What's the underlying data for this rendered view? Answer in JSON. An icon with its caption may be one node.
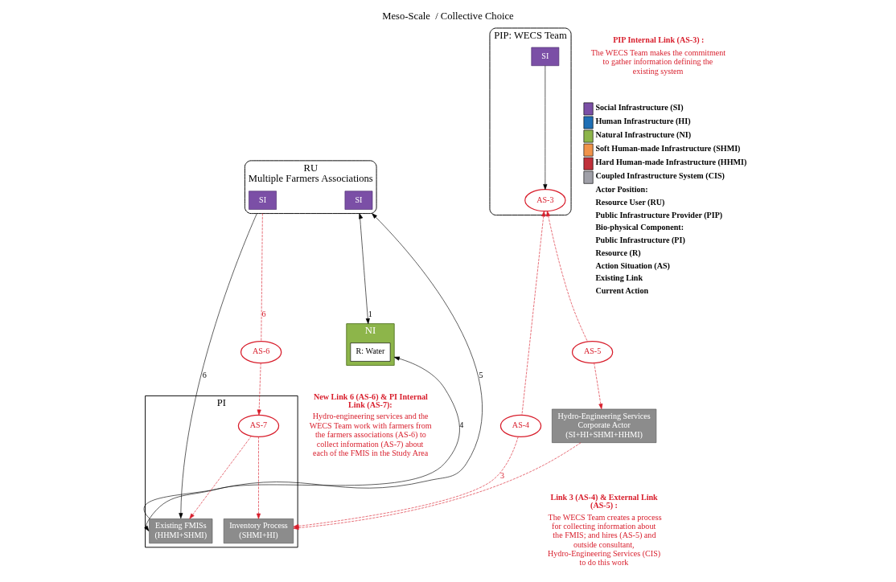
{
  "diagram": {
    "title": "Meso-Scale  / Collective Choice",
    "nodes": [
      {
        "text": [
          "RU",
          "Multiple Farmers Associations"
        ]
      },
      {
        "text": [
          "SI"
        ],
        "in": 0
      },
      {
        "text": [
          "SI"
        ],
        "in": 0
      },
      {
        "text": [
          "NI"
        ]
      },
      {
        "text": [
          "R: Water"
        ],
        "in": 3
      },
      {
        "text": [
          "PI"
        ]
      },
      {
        "text": [
          "Existing FMISs",
          "(HHMI+SHMI)"
        ],
        "in": 5
      },
      {
        "text": [
          "AS-7"
        ],
        "in": 5
      },
      {
        "text": [
          "Inventory Process",
          "(SHMI+HI)"
        ],
        "in": 5
      },
      {
        "text": [
          "AS-6"
        ]
      },
      {
        "text": [
          "PIP: WECS Team"
        ]
      },
      {
        "text": [
          "AS-3"
        ],
        "in": 10
      },
      {
        "text": [
          "SI"
        ],
        "in": 10
      },
      {
        "text": [
          "AS-4"
        ]
      },
      {
        "text": [
          "AS-5"
        ]
      },
      {
        "text": [
          "Hydro-Engineering Services",
          "Corporate Actor",
          "(SI+HI+SHMI+HHMI)"
        ]
      }
    ],
    "edges": [
      {
        "from": 0,
        "to": 3,
        "arrow": "both",
        "label": "1",
        "color": "#000000"
      },
      {
        "from": 6,
        "to": 0,
        "arrow": "to",
        "label": "5",
        "color": "#000000"
      },
      {
        "from": 0,
        "to": 6,
        "arrow": "to",
        "label": "6",
        "color": "#000000"
      },
      {
        "from": 3,
        "to": 6,
        "arrow": "both",
        "label": "4",
        "color": "#000000"
      },
      {
        "from": 0,
        "to": 9,
        "arrow": "none",
        "label": "6",
        "style": "dashed",
        "color": "#d81e2c"
      },
      {
        "from": 9,
        "to": 7,
        "arrow": "to",
        "style": "dashed",
        "color": "#d81e2c"
      },
      {
        "from": 7,
        "to": 6,
        "arrow": "to",
        "style": "dashed",
        "color": "#d81e2c"
      },
      {
        "from": 7,
        "to": 8,
        "arrow": "to",
        "style": "dashed",
        "color": "#d81e2c"
      },
      {
        "from": 12,
        "to": 11,
        "arrow": "to",
        "color": "#000000"
      },
      {
        "from": 13,
        "to": 11,
        "arrow": "to",
        "style": "dashed",
        "color": "#d81e2c"
      },
      {
        "from": 14,
        "to": 11,
        "arrow": "to",
        "style": "dashed",
        "color": "#d81e2c"
      },
      {
        "from": 14,
        "to": 15,
        "arrow": "to",
        "style": "dashed",
        "color": "#d81e2c"
      },
      {
        "from": 13,
        "to": 8,
        "arrow": "to",
        "label": "3",
        "style": "dashed",
        "color": "#d81e2c"
      },
      {
        "from": 15,
        "to": 8,
        "arrow": "to",
        "style": "dashed",
        "color": "#d81e2c"
      }
    ],
    "labels": [
      "PIP Internal Link (AS-3) :",
      "The WECS Team makes the commitment to gather information defining the existing system",
      "New Link 6 (AS-6) & PI Internal Link (AS-7):",
      "Hydro-engineering services and the WECS Team work with farmers from the farmers associations (AS-6) to collect information (AS-7) about each of the FMIS in the Study Area",
      "Link 3 (AS-4) & External Link (AS-5) :",
      "The WECS Team creates a process for collecting information about the FMIS; and hires (AS-5) and outside consultant, Hydro-Engineering Services (CIS) to do this work"
    ],
    "legend": [
      {
        "text": "Social Infrastructure (SI)",
        "color": "#7b4fa6"
      },
      {
        "text": "Human Infrastructure (HI)",
        "color": "#1f6fb5"
      },
      {
        "text": "Natural Infrastructure (NI)",
        "color": "#8db54a"
      },
      {
        "text": "Soft Human-made Infrastructure (SHMI)",
        "color": "#f0934a"
      },
      {
        "text": "Hard Human-made Infrastructure (HHMI)",
        "color": "#c0303a"
      },
      {
        "text": "Coupled Infrastructure System (CIS)",
        "color": "#a0a0a8"
      },
      {
        "text": "Actor Position:"
      },
      {
        "text": "Resource User (RU)"
      },
      {
        "text": "Public Infrastructure Provider (PIP)"
      },
      {
        "text": "Bio-physical Component:"
      },
      {
        "text": "Public Infrastructure (PI)"
      },
      {
        "text": "Resource (R)"
      },
      {
        "text": "Action Situation (AS)"
      },
      {
        "text": "Existing Link"
      },
      {
        "text": "Current Action"
      }
    ]
  }
}
